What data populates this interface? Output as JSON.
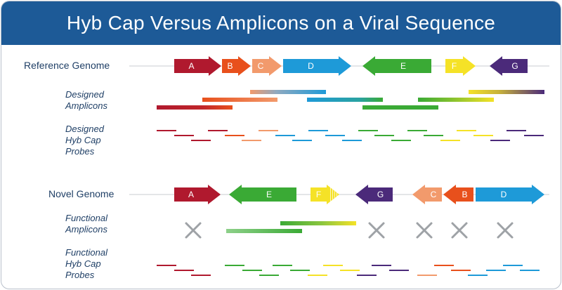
{
  "title": "Hyb Cap Versus Amplicons on a Viral Sequence",
  "labels": {
    "reference_genome": "Reference Genome",
    "designed_amplicons": [
      "Designed",
      "Amplicons"
    ],
    "designed_probes": [
      "Designed",
      "Hyb Cap",
      "Probes"
    ],
    "novel_genome": "Novel Genome",
    "functional_amplicons": [
      "Functional",
      "Amplicons"
    ],
    "functional_probes": [
      "Functional",
      "Hyb Cap",
      "Probes"
    ]
  },
  "colors": {
    "A": "#b0192e",
    "B": "#e8501c",
    "C": "#f29a6c",
    "D": "#1e9ad8",
    "E": "#3aaa35",
    "F": "#f5e227",
    "G": "#4b2a7a",
    "cross": "#9ea2a6",
    "line": "#c8ccd1"
  },
  "reference_genes": [
    {
      "id": "A",
      "dir": "right"
    },
    {
      "id": "B",
      "dir": "right"
    },
    {
      "id": "C",
      "dir": "right"
    },
    {
      "id": "D",
      "dir": "right"
    },
    {
      "id": "E",
      "dir": "left"
    },
    {
      "id": "F",
      "dir": "right"
    },
    {
      "id": "G",
      "dir": "left"
    }
  ],
  "novel_genes": [
    {
      "id": "A",
      "dir": "right"
    },
    {
      "id": "E",
      "dir": "left"
    },
    {
      "id": "F",
      "dir": "right"
    },
    {
      "id": "G",
      "dir": "left"
    },
    {
      "id": "C",
      "dir": "left"
    },
    {
      "id": "B",
      "dir": "left"
    },
    {
      "id": "D",
      "dir": "right"
    }
  ]
}
